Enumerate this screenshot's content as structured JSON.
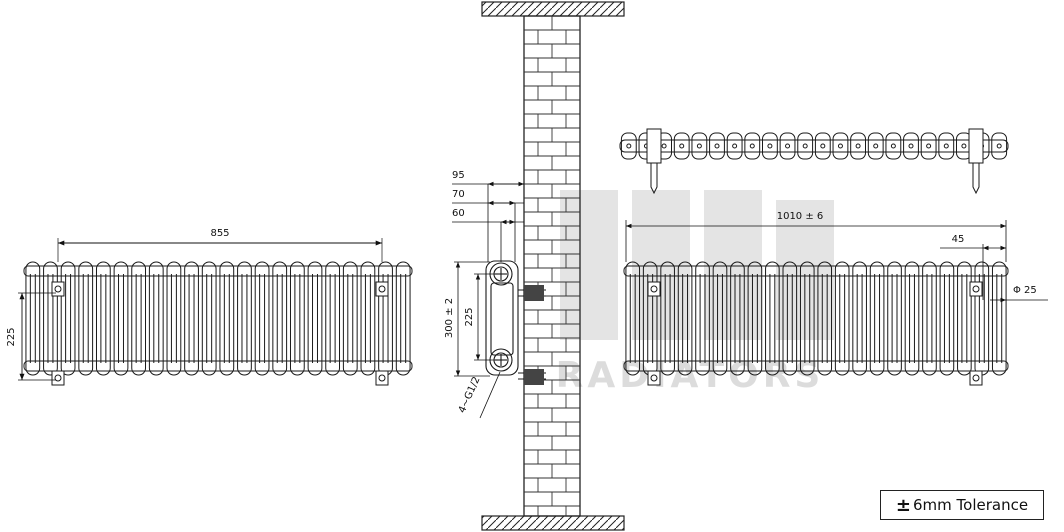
{
  "dimensions": {
    "front_left_width": "855",
    "front_left_height": "225",
    "wall_offset_95": "95",
    "wall_offset_70": "70",
    "wall_offset_60": "60",
    "side_height": "300 ± 2",
    "side_centres": "225",
    "thread": "4~G1/2",
    "front_right_length": "1010 ± 6",
    "end_offset": "45",
    "pipe_diameter": "Φ 25"
  },
  "tolerance": {
    "symbol": "±",
    "label": "6mm Tolerance"
  },
  "watermark": {
    "text": "RADIATORS"
  },
  "colors": {
    "line": "#1a1a1a",
    "watermark": "#d8d8d8"
  }
}
